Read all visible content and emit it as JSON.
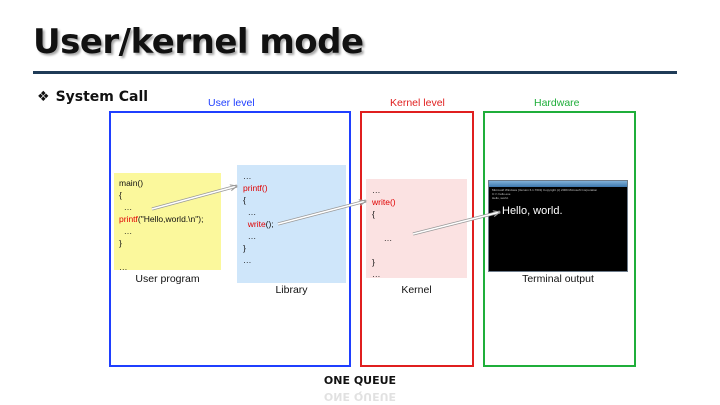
{
  "slide": {
    "title": "User/kernel mode",
    "bullet_mark": "❖",
    "bullet_text": "System Call",
    "footer": "ONE QUEUE"
  },
  "regions": {
    "user": {
      "label": "User level",
      "color": "#1f3fff"
    },
    "kernel": {
      "label": "Kernel level",
      "color": "#e01f1f"
    },
    "hardware": {
      "label": "Hardware",
      "color": "#1fae3a"
    }
  },
  "user_program": {
    "caption": "User program",
    "lines": [
      {
        "parts": [
          {
            "t": "main()",
            "red": false
          }
        ]
      },
      {
        "parts": [
          {
            "t": "{",
            "red": false
          }
        ]
      },
      {
        "parts": [
          {
            "t": "  …",
            "red": false
          }
        ]
      },
      {
        "parts": [
          {
            "t": "printf",
            "red": true
          },
          {
            "t": "(\"Hello,world.\\n\");",
            "red": false
          }
        ]
      },
      {
        "parts": [
          {
            "t": "  …",
            "red": false
          }
        ]
      },
      {
        "parts": [
          {
            "t": "}",
            "red": false
          }
        ]
      },
      {
        "parts": [
          {
            "t": "",
            "red": false
          }
        ]
      },
      {
        "parts": [
          {
            "t": "…",
            "red": false
          }
        ]
      }
    ]
  },
  "library": {
    "caption": "Library",
    "lines": [
      {
        "parts": [
          {
            "t": "…",
            "red": false
          }
        ]
      },
      {
        "parts": [
          {
            "t": "printf()",
            "red": true
          }
        ]
      },
      {
        "parts": [
          {
            "t": "{",
            "red": false
          }
        ]
      },
      {
        "parts": [
          {
            "t": "  …",
            "red": false
          }
        ]
      },
      {
        "parts": [
          {
            "t": "  write",
            "red": true
          },
          {
            "t": "();",
            "red": false
          }
        ]
      },
      {
        "parts": [
          {
            "t": "  …",
            "red": false
          }
        ]
      },
      {
        "parts": [
          {
            "t": "}",
            "red": false
          }
        ]
      },
      {
        "parts": [
          {
            "t": "…",
            "red": false
          }
        ]
      }
    ]
  },
  "kernel": {
    "caption": "Kernel",
    "lines": [
      {
        "parts": [
          {
            "t": "…",
            "red": false
          }
        ]
      },
      {
        "parts": [
          {
            "t": "write()",
            "red": true
          }
        ]
      },
      {
        "parts": [
          {
            "t": "{",
            "red": false
          }
        ]
      },
      {
        "parts": [
          {
            "t": "",
            "red": false
          }
        ]
      },
      {
        "parts": [
          {
            "t": "     …",
            "red": false
          }
        ]
      },
      {
        "parts": [
          {
            "t": "",
            "red": false
          }
        ]
      },
      {
        "parts": [
          {
            "t": "}",
            "red": false
          }
        ]
      },
      {
        "parts": [
          {
            "t": "…",
            "red": false
          }
        ]
      }
    ]
  },
  "terminal": {
    "caption": "Terminal output",
    "output": "Hello, world.",
    "console_lines": [
      "Microsoft Windows [Version 6.1.7601] Copyright (c) 2009 Microsoft Corporation",
      "C:\\> hello.exe",
      "Hello, world."
    ]
  }
}
